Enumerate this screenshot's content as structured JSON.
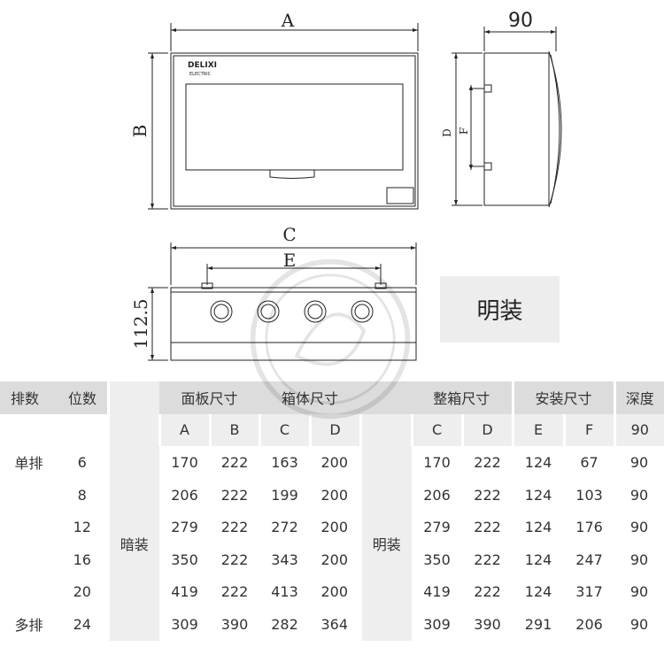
{
  "drawing": {
    "dims": {
      "A": "A",
      "B": "B",
      "C": "C",
      "D": "D",
      "E": "E",
      "F": "F",
      "depth": "90",
      "height": "112.5"
    },
    "brand": "DELIXI",
    "brand_sub": "ELECTRIC"
  },
  "mount_label": "明装",
  "table": {
    "header": {
      "rows": "排数",
      "positions": "位数",
      "panel": "面板尺寸",
      "box": "箱体尺寸",
      "carton": "整箱尺寸",
      "install": "安装尺寸",
      "depth": "深度"
    },
    "subheader": {
      "panel_a": "A",
      "panel_b": "B",
      "box_c": "C",
      "box_d": "D",
      "carton_c": "C",
      "carton_d": "D",
      "install_e": "E",
      "install_f": "F",
      "depth": "90"
    },
    "concealed": "暗装",
    "surface": "明装",
    "rows": [
      {
        "row": "单排",
        "pos": "6",
        "a": "170",
        "b": "222",
        "c": "163",
        "d": "200",
        "cc": "170",
        "cd": "222",
        "e": "124",
        "f": "67",
        "depth": "90"
      },
      {
        "row": "",
        "pos": "8",
        "a": "206",
        "b": "222",
        "c": "199",
        "d": "200",
        "cc": "206",
        "cd": "222",
        "e": "124",
        "f": "103",
        "depth": "90"
      },
      {
        "row": "",
        "pos": "12",
        "a": "279",
        "b": "222",
        "c": "272",
        "d": "200",
        "cc": "279",
        "cd": "222",
        "e": "124",
        "f": "176",
        "depth": "90"
      },
      {
        "row": "",
        "pos": "16",
        "a": "350",
        "b": "222",
        "c": "343",
        "d": "200",
        "cc": "350",
        "cd": "222",
        "e": "124",
        "f": "247",
        "depth": "90"
      },
      {
        "row": "",
        "pos": "20",
        "a": "419",
        "b": "222",
        "c": "413",
        "d": "200",
        "cc": "419",
        "cd": "222",
        "e": "124",
        "f": "317",
        "depth": "90"
      },
      {
        "row": "多排",
        "pos": "24",
        "a": "309",
        "b": "390",
        "c": "282",
        "d": "364",
        "cc": "309",
        "cd": "390",
        "e": "291",
        "f": "206",
        "depth": "90"
      }
    ]
  }
}
